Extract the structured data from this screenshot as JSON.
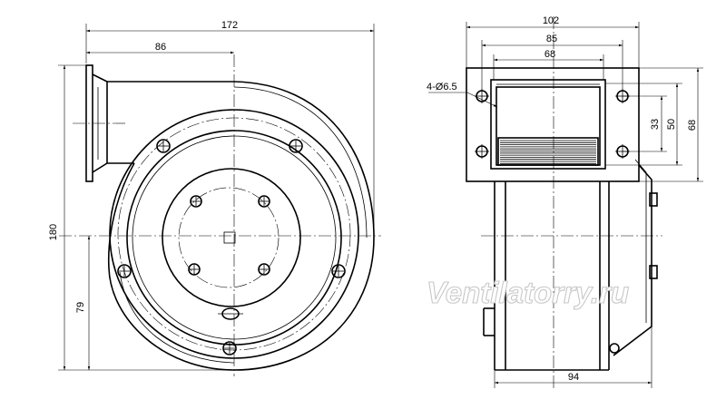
{
  "dimensions": {
    "front": {
      "overall_width": "172",
      "inlet_offset": "86",
      "overall_height": "180",
      "center_height": "79"
    },
    "side": {
      "flange_width": "102",
      "hole_pitch_x": "85",
      "outlet_width": "68",
      "hole_spec": "4-Ø6.5",
      "hole_pitch_y": "33",
      "outlet_height": "50",
      "flange_height": "68",
      "body_width": "94"
    }
  },
  "watermark": "Ventilatorry.ru"
}
